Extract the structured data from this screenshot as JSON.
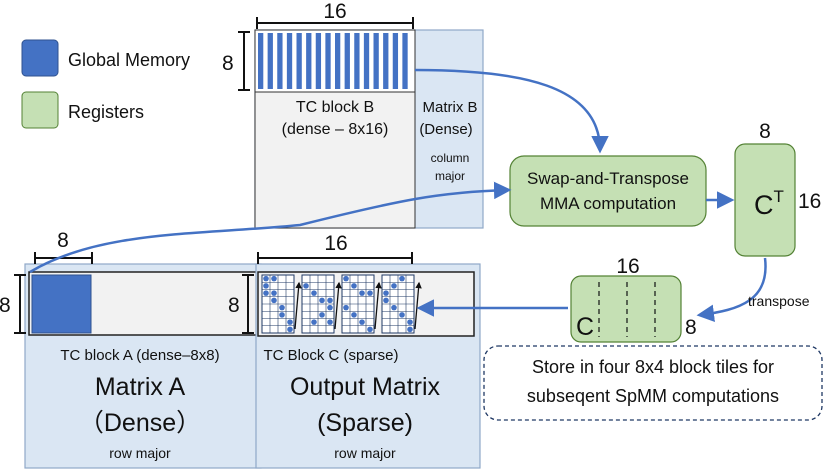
{
  "legend": {
    "global_memory": {
      "label": "Global Memory",
      "color": "#4472c4"
    },
    "registers": {
      "label": "Registers",
      "color": "#c5e0b4"
    }
  },
  "colors": {
    "matrix_fill": "#dae6f3",
    "matrix_stroke": "#8fa8c8",
    "block_fill": "#f2f2f2",
    "arrow": "#4472c4",
    "register_fill": "#c5e0b4",
    "register_stroke": "#548235"
  },
  "matrix_b": {
    "label": "Matrix B",
    "kind": "(Dense)",
    "order_line1": "column",
    "order_line2": "major",
    "block_label_line1": "TC block B",
    "block_label_line2": "(dense – 8x16)",
    "dim_width": "16",
    "dim_height": "8"
  },
  "matrix_a": {
    "title": "Matrix A",
    "kind": "（Dense）",
    "order": "row major",
    "block_label": "TC block A (dense–8x8)",
    "dim_width": "8",
    "dim_height": "8"
  },
  "output": {
    "title": "Output Matrix",
    "kind": "(Sparse)",
    "order": "row major",
    "block_label": "TC Block C (sparse)",
    "dim_width": "16",
    "dim_height": "8"
  },
  "mma": {
    "line1": "Swap-and-Transpose",
    "line2": "MMA computation"
  },
  "ct": {
    "base": "C",
    "sup": "T",
    "dim_width": "8",
    "dim_height": "16"
  },
  "c": {
    "label": "C",
    "dim_width": "16",
    "dim_height": "8"
  },
  "transpose_label": "transpose",
  "note": {
    "line1": "Store in four 8x4 block tiles for",
    "line2": "subseqent SpMM computations"
  }
}
